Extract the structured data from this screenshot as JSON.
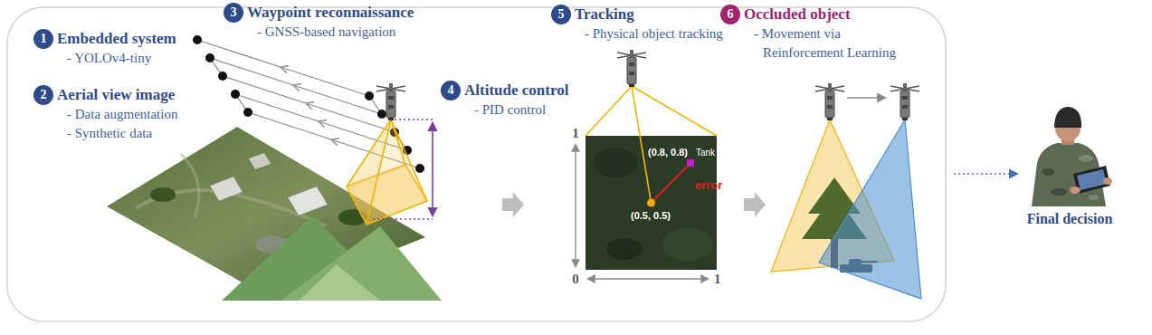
{
  "diagram": {
    "nodes": [
      {
        "text": [
          "1",
          "Embedded system",
          "- YOLOv4-tiny"
        ]
      },
      {
        "text": [
          "2",
          "Aerial view image",
          "- Data augmentation",
          "- Synthetic data"
        ]
      },
      {
        "text": [
          "3",
          "Waypoint reconnaissance",
          "- GNSS-based navigation"
        ]
      },
      {
        "text": [
          "4",
          "Altitude control",
          "- PID control"
        ]
      },
      {
        "text": [
          "5",
          "Tracking",
          "- Physical object tracking"
        ]
      },
      {
        "text": [
          "6",
          "Occluded object",
          "- Movement via Reinforcement Learning"
        ]
      }
    ],
    "labels": [
      "1",
      "(0.8, 0.8)",
      "Tank",
      "error",
      "(0.5, 0.5)",
      "0",
      "1",
      "Final decision"
    ]
  }
}
